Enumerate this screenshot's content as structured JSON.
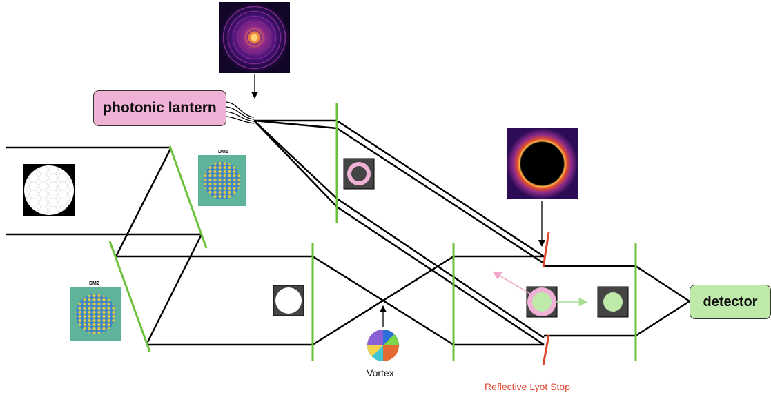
{
  "labels": {
    "photonic_lantern": "photonic lantern",
    "detector": "detector",
    "dm1": "DM1",
    "dm2": "DM2",
    "vortex": "Vortex",
    "lyot_stop": "Reflective Lyot Stop"
  },
  "colors": {
    "beam": "#000000",
    "optic": "#6bc13a",
    "lyot_stop": "#e0452d",
    "photonic_lantern_fill": "#efb1d6",
    "detector_fill": "#bfe9a8",
    "mask_pink": "#efb1d6",
    "mask_green": "#bfe9a8",
    "dm_background": "#5eb39a",
    "pink_arrow": "#f0a9cc",
    "green_arrow": "#a9dd93"
  },
  "icons": {
    "psf": "psf-rings-icon",
    "coronagraph_image": "dark-hole-ring-icon",
    "pupil": "hexagonal-pupil-icon",
    "vortex": "vortex-phase-mask-icon",
    "deformable_mirror": "dm-actuator-pattern-icon"
  }
}
